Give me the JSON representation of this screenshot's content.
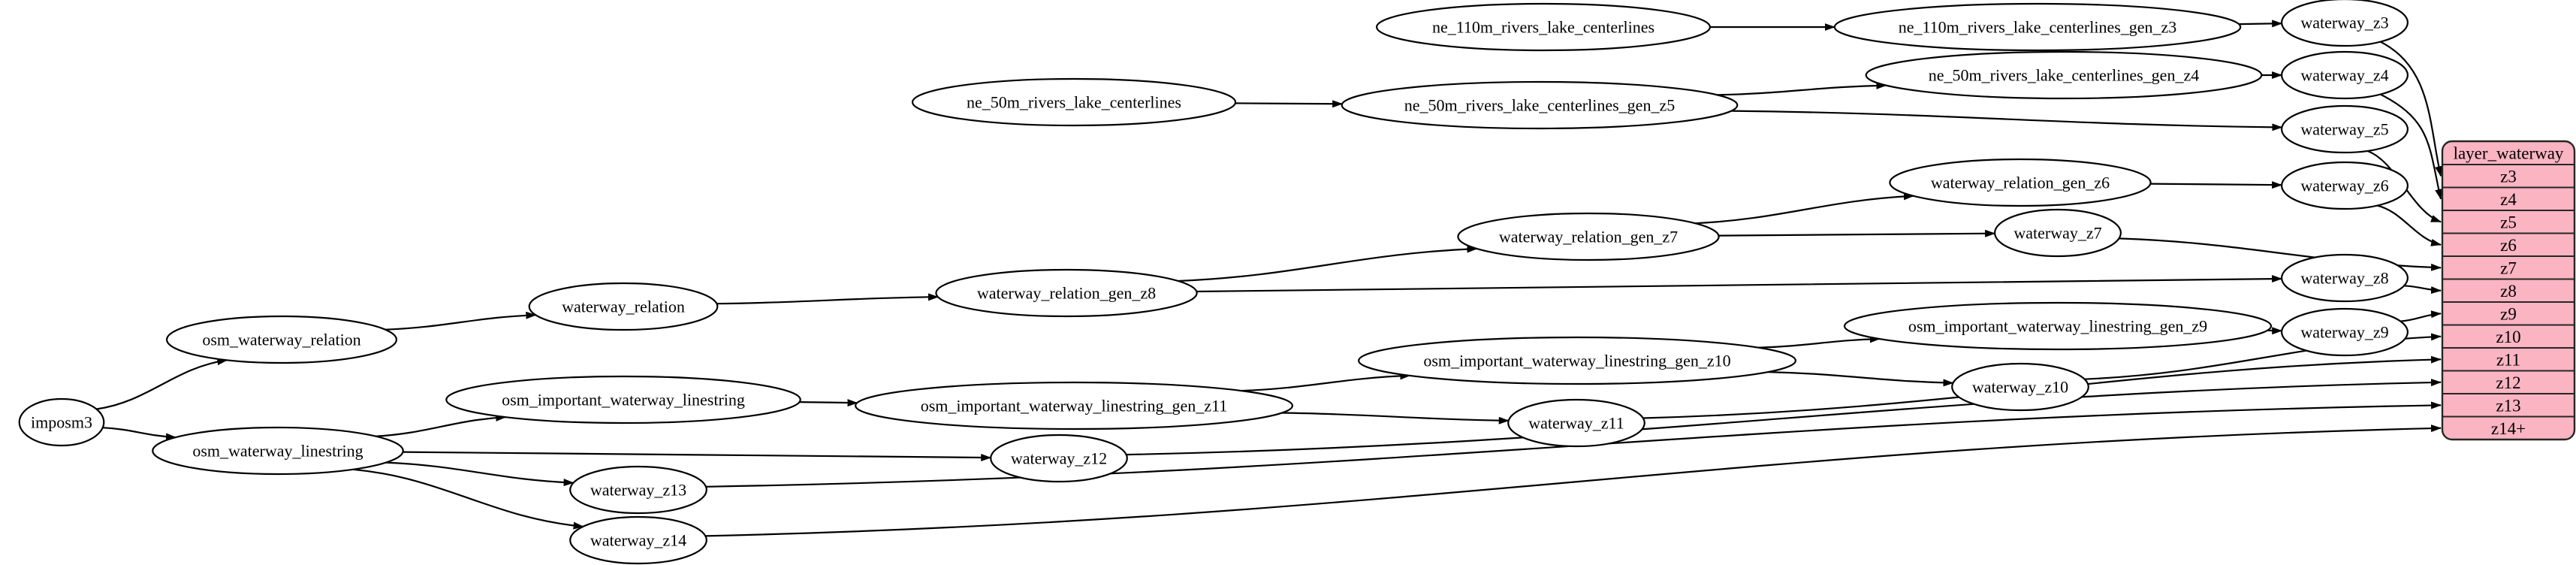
{
  "diagram": {
    "kind": "dependency-graph",
    "background": "#ffffff",
    "node_fill": "#ffffff",
    "node_stroke": "#000000",
    "edge_color": "#000000",
    "table_fill": "#fab4c2",
    "table_stroke": "#262626",
    "text_color": "#000000"
  },
  "nodes": [
    {
      "id": "imposm3",
      "label": "imposm3"
    },
    {
      "id": "osm_waterway_relation",
      "label": "osm_waterway_relation"
    },
    {
      "id": "osm_waterway_linestring",
      "label": "osm_waterway_linestring"
    },
    {
      "id": "waterway_relation",
      "label": "waterway_relation"
    },
    {
      "id": "osm_important_waterway_linestring",
      "label": "osm_important_waterway_linestring"
    },
    {
      "id": "waterway_relation_gen_z8",
      "label": "waterway_relation_gen_z8"
    },
    {
      "id": "osm_important_waterway_linestring_gen_z11",
      "label": "osm_important_waterway_linestring_gen_z11"
    },
    {
      "id": "waterway_z12",
      "label": "waterway_z12"
    },
    {
      "id": "waterway_z13",
      "label": "waterway_z13"
    },
    {
      "id": "waterway_z14",
      "label": "waterway_z14"
    },
    {
      "id": "ne_50m_rivers_lake_centerlines",
      "label": "ne_50m_rivers_lake_centerlines"
    },
    {
      "id": "ne_110m_rivers_lake_centerlines",
      "label": "ne_110m_rivers_lake_centerlines"
    },
    {
      "id": "ne_50m_rivers_lake_centerlines_gen_z5",
      "label": "ne_50m_rivers_lake_centerlines_gen_z5"
    },
    {
      "id": "waterway_relation_gen_z7",
      "label": "waterway_relation_gen_z7"
    },
    {
      "id": "osm_important_waterway_linestring_gen_z10",
      "label": "osm_important_waterway_linestring_gen_z10"
    },
    {
      "id": "waterway_z11",
      "label": "waterway_z11"
    },
    {
      "id": "ne_110m_rivers_lake_centerlines_gen_z3",
      "label": "ne_110m_rivers_lake_centerlines_gen_z3"
    },
    {
      "id": "ne_50m_rivers_lake_centerlines_gen_z4",
      "label": "ne_50m_rivers_lake_centerlines_gen_z4"
    },
    {
      "id": "waterway_relation_gen_z6",
      "label": "waterway_relation_gen_z6"
    },
    {
      "id": "waterway_z7",
      "label": "waterway_z7"
    },
    {
      "id": "osm_important_waterway_linestring_gen_z9",
      "label": "osm_important_waterway_linestring_gen_z9"
    },
    {
      "id": "waterway_z10",
      "label": "waterway_z10"
    },
    {
      "id": "waterway_z3",
      "label": "waterway_z3"
    },
    {
      "id": "waterway_z4",
      "label": "waterway_z4"
    },
    {
      "id": "waterway_z5",
      "label": "waterway_z5"
    },
    {
      "id": "waterway_z6",
      "label": "waterway_z6"
    },
    {
      "id": "waterway_z8",
      "label": "waterway_z8"
    },
    {
      "id": "waterway_z9",
      "label": "waterway_z9"
    }
  ],
  "table": {
    "id": "layer_waterway",
    "title": "layer_waterway",
    "rows": [
      "z3",
      "z4",
      "z5",
      "z6",
      "z7",
      "z8",
      "z9",
      "z10",
      "z11",
      "z12",
      "z13",
      "z14+"
    ]
  },
  "edges": [
    {
      "from": "imposm3",
      "to": "osm_waterway_relation"
    },
    {
      "from": "imposm3",
      "to": "osm_waterway_linestring"
    },
    {
      "from": "osm_waterway_relation",
      "to": "waterway_relation"
    },
    {
      "from": "waterway_relation",
      "to": "waterway_relation_gen_z8"
    },
    {
      "from": "waterway_relation_gen_z8",
      "to": "waterway_relation_gen_z7"
    },
    {
      "from": "waterway_relation_gen_z8",
      "to": "waterway_z8"
    },
    {
      "from": "waterway_relation_gen_z7",
      "to": "waterway_relation_gen_z6"
    },
    {
      "from": "waterway_relation_gen_z7",
      "to": "waterway_z7"
    },
    {
      "from": "waterway_relation_gen_z6",
      "to": "waterway_z6"
    },
    {
      "from": "ne_110m_rivers_lake_centerlines",
      "to": "ne_110m_rivers_lake_centerlines_gen_z3"
    },
    {
      "from": "ne_110m_rivers_lake_centerlines_gen_z3",
      "to": "waterway_z3"
    },
    {
      "from": "ne_50m_rivers_lake_centerlines",
      "to": "ne_50m_rivers_lake_centerlines_gen_z5"
    },
    {
      "from": "ne_50m_rivers_lake_centerlines_gen_z5",
      "to": "ne_50m_rivers_lake_centerlines_gen_z4"
    },
    {
      "from": "ne_50m_rivers_lake_centerlines_gen_z5",
      "to": "waterway_z5"
    },
    {
      "from": "ne_50m_rivers_lake_centerlines_gen_z4",
      "to": "waterway_z4"
    },
    {
      "from": "osm_waterway_linestring",
      "to": "osm_important_waterway_linestring"
    },
    {
      "from": "osm_waterway_linestring",
      "to": "waterway_z12"
    },
    {
      "from": "osm_waterway_linestring",
      "to": "waterway_z13"
    },
    {
      "from": "osm_waterway_linestring",
      "to": "waterway_z14"
    },
    {
      "from": "osm_important_waterway_linestring",
      "to": "osm_important_waterway_linestring_gen_z11"
    },
    {
      "from": "osm_important_waterway_linestring_gen_z11",
      "to": "osm_important_waterway_linestring_gen_z10"
    },
    {
      "from": "osm_important_waterway_linestring_gen_z11",
      "to": "waterway_z11"
    },
    {
      "from": "osm_important_waterway_linestring_gen_z10",
      "to": "osm_important_waterway_linestring_gen_z9"
    },
    {
      "from": "osm_important_waterway_linestring_gen_z10",
      "to": "waterway_z10"
    },
    {
      "from": "osm_important_waterway_linestring_gen_z9",
      "to": "waterway_z9"
    },
    {
      "from": "waterway_z3",
      "to": "layer_waterway",
      "port": "z3"
    },
    {
      "from": "waterway_z4",
      "to": "layer_waterway",
      "port": "z4"
    },
    {
      "from": "waterway_z5",
      "to": "layer_waterway",
      "port": "z5"
    },
    {
      "from": "waterway_z6",
      "to": "layer_waterway",
      "port": "z6"
    },
    {
      "from": "waterway_z7",
      "to": "layer_waterway",
      "port": "z7"
    },
    {
      "from": "waterway_z8",
      "to": "layer_waterway",
      "port": "z8"
    },
    {
      "from": "waterway_z9",
      "to": "layer_waterway",
      "port": "z9"
    },
    {
      "from": "waterway_z10",
      "to": "layer_waterway",
      "port": "z10"
    },
    {
      "from": "waterway_z11",
      "to": "layer_waterway",
      "port": "z11"
    },
    {
      "from": "waterway_z12",
      "to": "layer_waterway",
      "port": "z12"
    },
    {
      "from": "waterway_z13",
      "to": "layer_waterway",
      "port": "z13"
    },
    {
      "from": "waterway_z14",
      "to": "layer_waterway",
      "port": "z14+"
    }
  ]
}
